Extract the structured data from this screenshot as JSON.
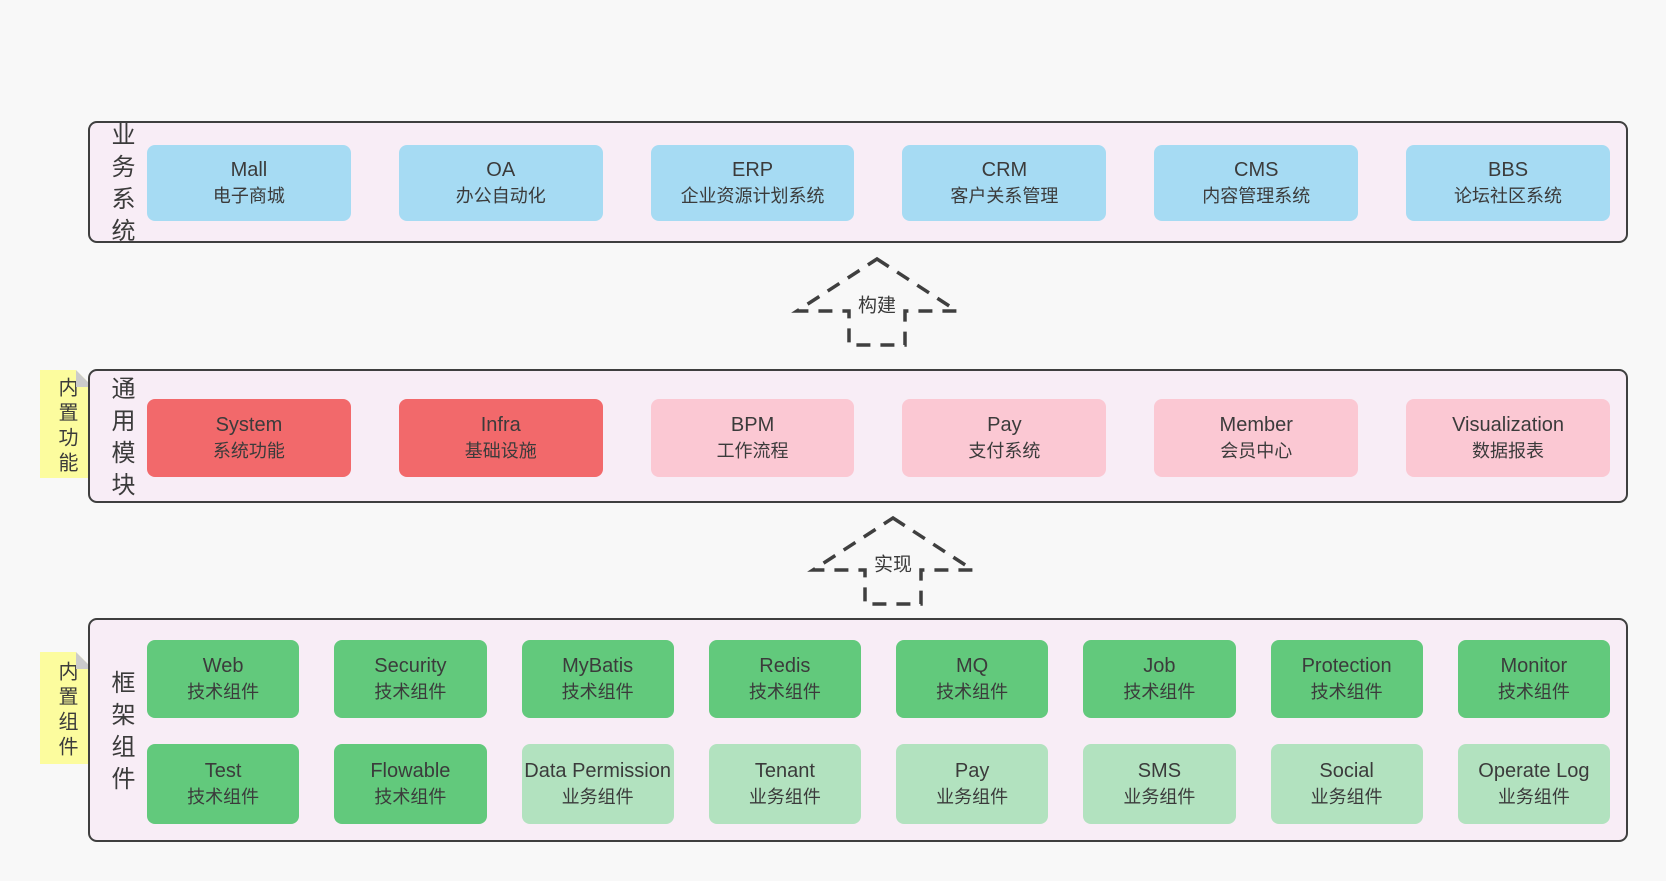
{
  "colors": {
    "page_bg": "#f8f8f8",
    "panel_bg": "#f8edf6",
    "line": "#3f3f3f",
    "text": "#3b3b3b",
    "blue": "#a6dbf3",
    "red": "#f2696b",
    "pink": "#fbc8d3",
    "green_dark": "#62c97c",
    "green_light": "#b2e2bf",
    "sticky_yellow": "#fcfc9e",
    "fold_gray": "#cbcbcb"
  },
  "layers": [
    {
      "title": "业务系统",
      "boxes": [
        {
          "name": "Mall",
          "desc": "电子商城"
        },
        {
          "name": "OA",
          "desc": "办公自动化"
        },
        {
          "name": "ERP",
          "desc": "企业资源计划系统"
        },
        {
          "name": "CRM",
          "desc": "客户关系管理"
        },
        {
          "name": "CMS",
          "desc": "内容管理系统"
        },
        {
          "name": "BBS",
          "desc": "论坛社区系统"
        }
      ]
    },
    {
      "title": "通用模块",
      "sticky": "内置功能",
      "boxes": [
        {
          "name": "System",
          "desc": "系统功能"
        },
        {
          "name": "Infra",
          "desc": "基础设施"
        },
        {
          "name": "BPM",
          "desc": "工作流程"
        },
        {
          "name": "Pay",
          "desc": "支付系统"
        },
        {
          "name": "Member",
          "desc": "会员中心"
        },
        {
          "name": "Visualization",
          "desc": "数据报表"
        }
      ]
    },
    {
      "title": "框架组件",
      "sticky": "内置组件",
      "rows": [
        {
          "boxes": [
            {
              "name": "Web",
              "desc": "技术组件"
            },
            {
              "name": "Security",
              "desc": "技术组件"
            },
            {
              "name": "MyBatis",
              "desc": "技术组件"
            },
            {
              "name": "Redis",
              "desc": "技术组件"
            },
            {
              "name": "MQ",
              "desc": "技术组件"
            },
            {
              "name": "Job",
              "desc": "技术组件"
            },
            {
              "name": "Protection",
              "desc": "技术组件"
            },
            {
              "name": "Monitor",
              "desc": "技术组件"
            }
          ]
        },
        {
          "boxes": [
            {
              "name": "Test",
              "desc": "技术组件"
            },
            {
              "name": "Flowable",
              "desc": "技术组件"
            },
            {
              "name": "Data Permission",
              "desc": "业务组件"
            },
            {
              "name": "Tenant",
              "desc": "业务组件"
            },
            {
              "name": "Pay",
              "desc": "业务组件"
            },
            {
              "name": "SMS",
              "desc": "业务组件"
            },
            {
              "name": "Social",
              "desc": "业务组件"
            },
            {
              "name": "Operate Log",
              "desc": "业务组件"
            }
          ]
        }
      ]
    }
  ],
  "arrows": [
    {
      "label": "构建"
    },
    {
      "label": "实现"
    }
  ]
}
